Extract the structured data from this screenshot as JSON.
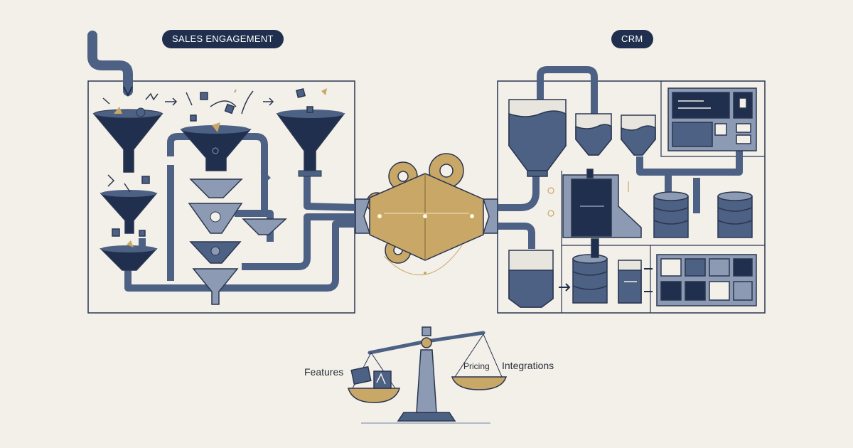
{
  "labels": {
    "sales_engagement": "SALES ENGAGEMENT",
    "crm": "CRM",
    "features": "Features",
    "pricing": "Pricing",
    "integrations": "Integrations"
  },
  "colors": {
    "background": "#f3f0e9",
    "navy": "#1f2f4d",
    "slate": "#4d6184",
    "light_slate": "#8c9ab3",
    "gold": "#c9a767",
    "outline": "#2b3650"
  }
}
